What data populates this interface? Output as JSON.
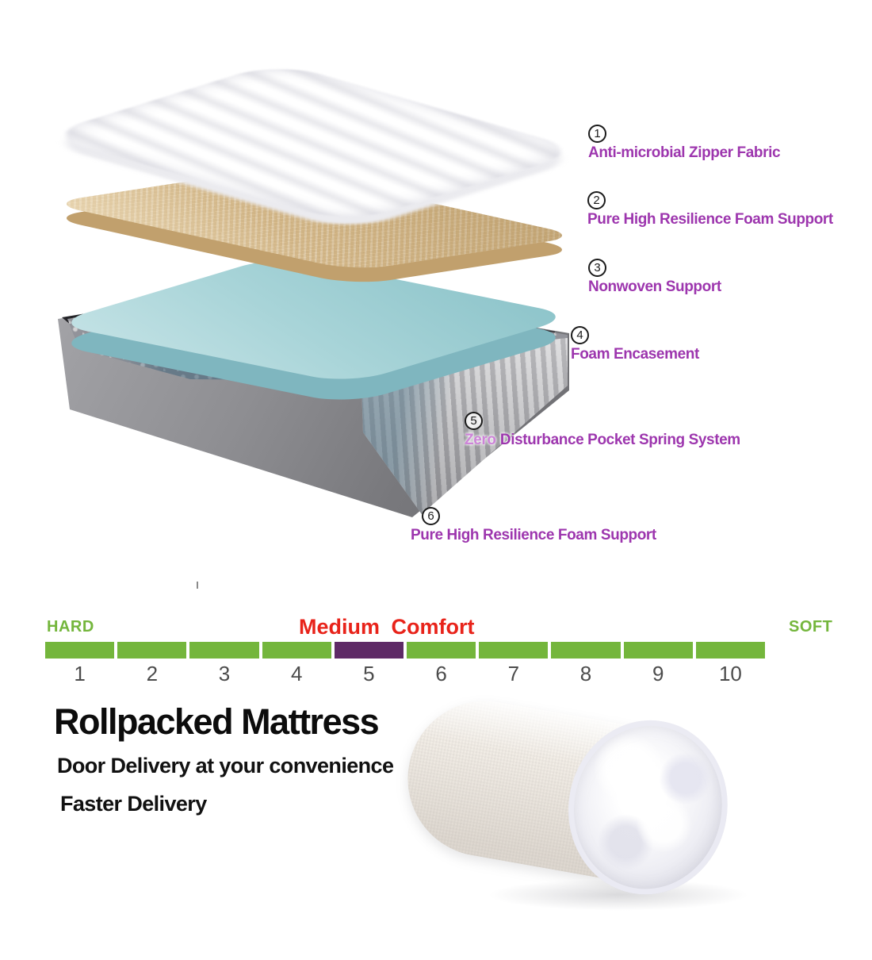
{
  "colors": {
    "accent-green": "#74b63c",
    "scale-purple": "#5e2a66",
    "scale-red": "#e8231a",
    "label-purple": "#9d36ae",
    "label-purple-light": "#cd84d8",
    "number-gray": "#4c4c4c"
  },
  "annotations": [
    {
      "num": "1",
      "label": "Anti-microbial Zipper Fabric"
    },
    {
      "num": "2",
      "label": "Pure High Resilience Foam Support"
    },
    {
      "num": "3",
      "label": "Nonwoven Support"
    },
    {
      "num": "4",
      "label": "Foam Encasement"
    },
    {
      "num": "5",
      "prefix": "Zero",
      "label": "Disturbance Pocket Spring System"
    },
    {
      "num": "6",
      "label": "Pure High Resilience Foam Support"
    }
  ],
  "comfort_scale": {
    "left_label": "HARD",
    "right_label": "SOFT",
    "indicator_label": "Medium Comfort",
    "levels": [
      "1",
      "2",
      "3",
      "4",
      "5",
      "6",
      "7",
      "8",
      "9",
      "10"
    ],
    "highlighted_level": "5"
  },
  "promo": {
    "title": "Rollpacked Mattress",
    "subtitle": "Door Delivery at your convenience",
    "subtitle2": "Faster Delivery"
  }
}
